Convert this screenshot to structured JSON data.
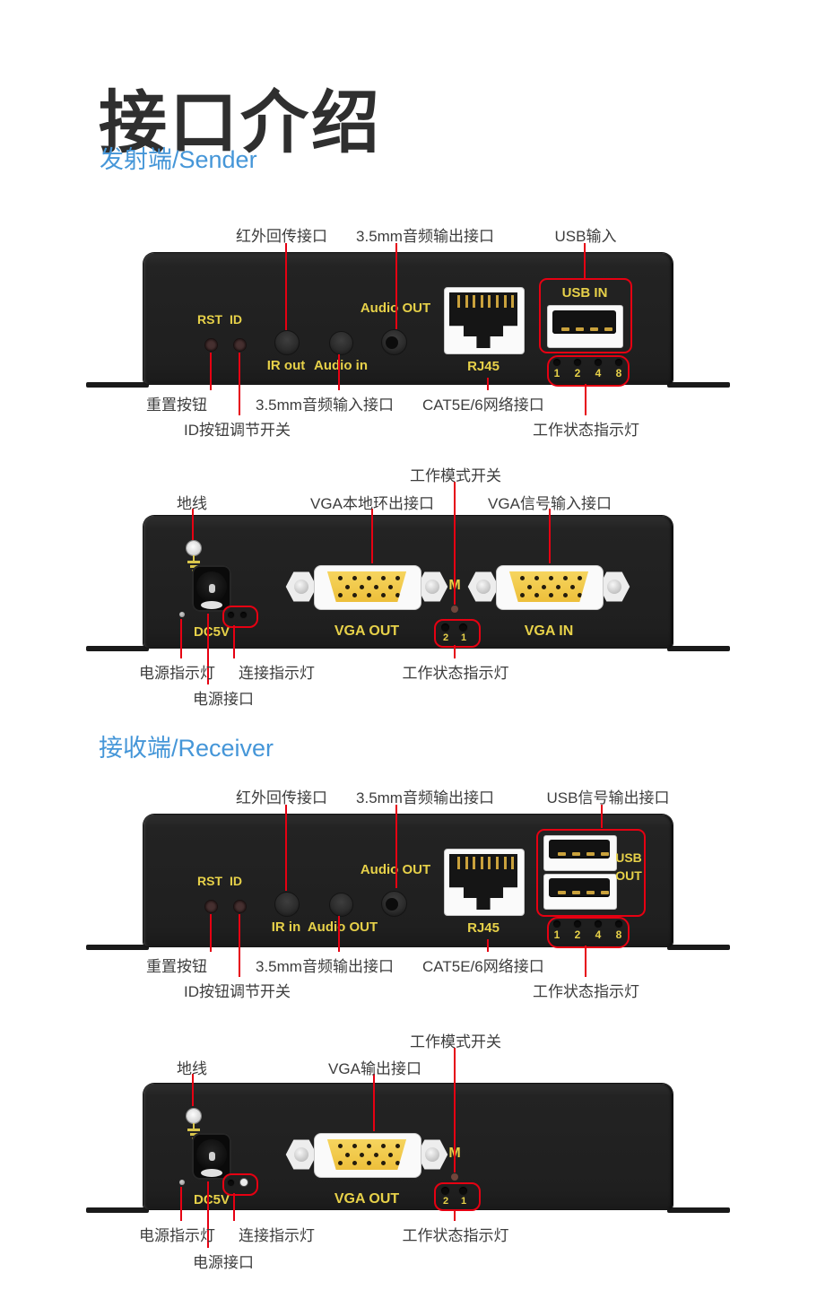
{
  "title": "接口介绍",
  "colors": {
    "heading_blue": "#4596d8",
    "callout_red": "#e60012",
    "panel_text_yellow": "#e7d149",
    "vga_gold": "#f0c94c"
  },
  "sender": {
    "heading": "发射端/Sender",
    "io_panel": {
      "callouts_top": [
        "红外回传接口",
        "3.5mm音频输出接口",
        "USB输入"
      ],
      "rst_label": "RST",
      "id_label": "ID",
      "audio_out_top_label": "Audio OUT",
      "ir_label": "IR out",
      "audio_in_label": "Audio in",
      "rj45_label": "RJ45",
      "usb_label": "USB IN",
      "led_numbers": [
        "1",
        "2",
        "4",
        "8"
      ],
      "callouts_bottom": [
        "重置按钮",
        "ID按钮调节开关",
        "3.5mm音频输入接口",
        "CAT5E/6网络接口",
        "工作状态指示灯"
      ]
    },
    "vga_panel": {
      "callout_ground": "地线",
      "callout_mode": "工作模式开关",
      "callout_vga_out": "VGA本地环出接口",
      "callout_vga_in": "VGA信号输入接口",
      "dc_label": "DC5V",
      "vga_out_label": "VGA OUT",
      "vga_in_label": "VGA IN",
      "mode_label": "M",
      "status_numbers": [
        "2",
        "1"
      ],
      "callout_power_led": "电源指示灯",
      "callout_power_port": "电源接口",
      "callout_link_led": "连接指示灯",
      "callout_status_led": "工作状态指示灯"
    }
  },
  "receiver": {
    "heading": "接收端/Receiver",
    "io_panel": {
      "callouts_top": [
        "红外回传接口",
        "3.5mm音频输出接口",
        "USB信号输出接口"
      ],
      "rst_label": "RST",
      "id_label": "ID",
      "audio_out_top_label": "Audio OUT",
      "ir_label": "IR in",
      "audio_in_label": "Audio OUT",
      "rj45_label": "RJ45",
      "usb_label_1": "USB",
      "usb_label_2": "OUT",
      "led_numbers": [
        "1",
        "2",
        "4",
        "8"
      ],
      "callouts_bottom": [
        "重置按钮",
        "ID按钮调节开关",
        "3.5mm音频输出接口",
        "CAT5E/6网络接口",
        "工作状态指示灯"
      ]
    },
    "vga_panel": {
      "callout_ground": "地线",
      "callout_mode": "工作模式开关",
      "callout_vga_out": "VGA输出接口",
      "dc_label": "DC5V",
      "vga_out_label": "VGA OUT",
      "mode_label": "M",
      "status_numbers": [
        "2",
        "1"
      ],
      "callout_power_led": "电源指示灯",
      "callout_power_port": "电源接口",
      "callout_link_led": "连接指示灯",
      "callout_status_led": "工作状态指示灯"
    }
  }
}
